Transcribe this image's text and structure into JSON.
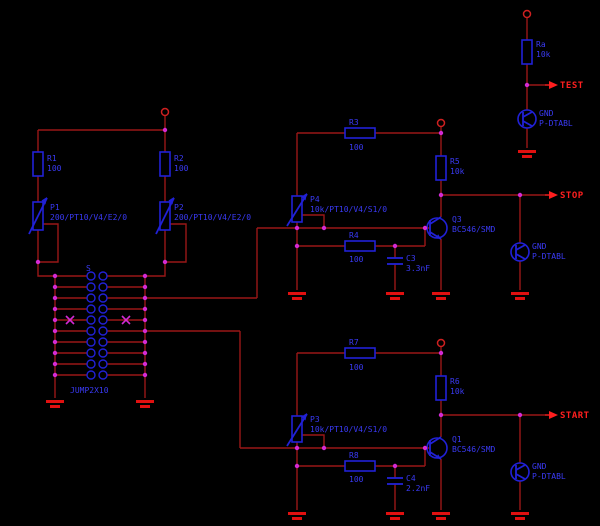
{
  "colors": {
    "background": "#000000",
    "wire": "#991717",
    "component": "#2121d6",
    "label": "#3a3af5",
    "junction": "#d42ad4",
    "signal": "#ff1f1f",
    "ground": "#e01010",
    "supply": "#cf2020"
  },
  "signals": {
    "test": "TEST",
    "stop": "STOP",
    "start": "START"
  },
  "gnd_pad": {
    "name": "GND",
    "value": "P-DTABL"
  },
  "connector": {
    "ref": "S",
    "value": "JUMP2X10"
  },
  "components": {
    "ra": {
      "ref": "Ra",
      "value": "10k"
    },
    "r1": {
      "ref": "R1",
      "value": "100"
    },
    "r2": {
      "ref": "R2",
      "value": "100"
    },
    "p1": {
      "ref": "P1",
      "value": "200/PT10/V4/E2/0"
    },
    "p2": {
      "ref": "P2",
      "value": "200/PT10/V4/E2/0"
    },
    "r3": {
      "ref": "R3",
      "value": "100"
    },
    "r5": {
      "ref": "R5",
      "value": "10k"
    },
    "p4": {
      "ref": "P4",
      "value": "10k/PT10/V4/S1/0"
    },
    "r4": {
      "ref": "R4",
      "value": "100"
    },
    "c3": {
      "ref": "C3",
      "value": "3.3nF"
    },
    "q3": {
      "ref": "Q3",
      "value": "BC546/SMD"
    },
    "r7": {
      "ref": "R7",
      "value": "100"
    },
    "r6": {
      "ref": "R6",
      "value": "10k"
    },
    "p3": {
      "ref": "P3",
      "value": "10k/PT10/V4/S1/0"
    },
    "r8": {
      "ref": "R8",
      "value": "100"
    },
    "c4": {
      "ref": "C4",
      "value": "2.2nF"
    },
    "q1": {
      "ref": "Q1",
      "value": "BC546/SMD"
    }
  }
}
